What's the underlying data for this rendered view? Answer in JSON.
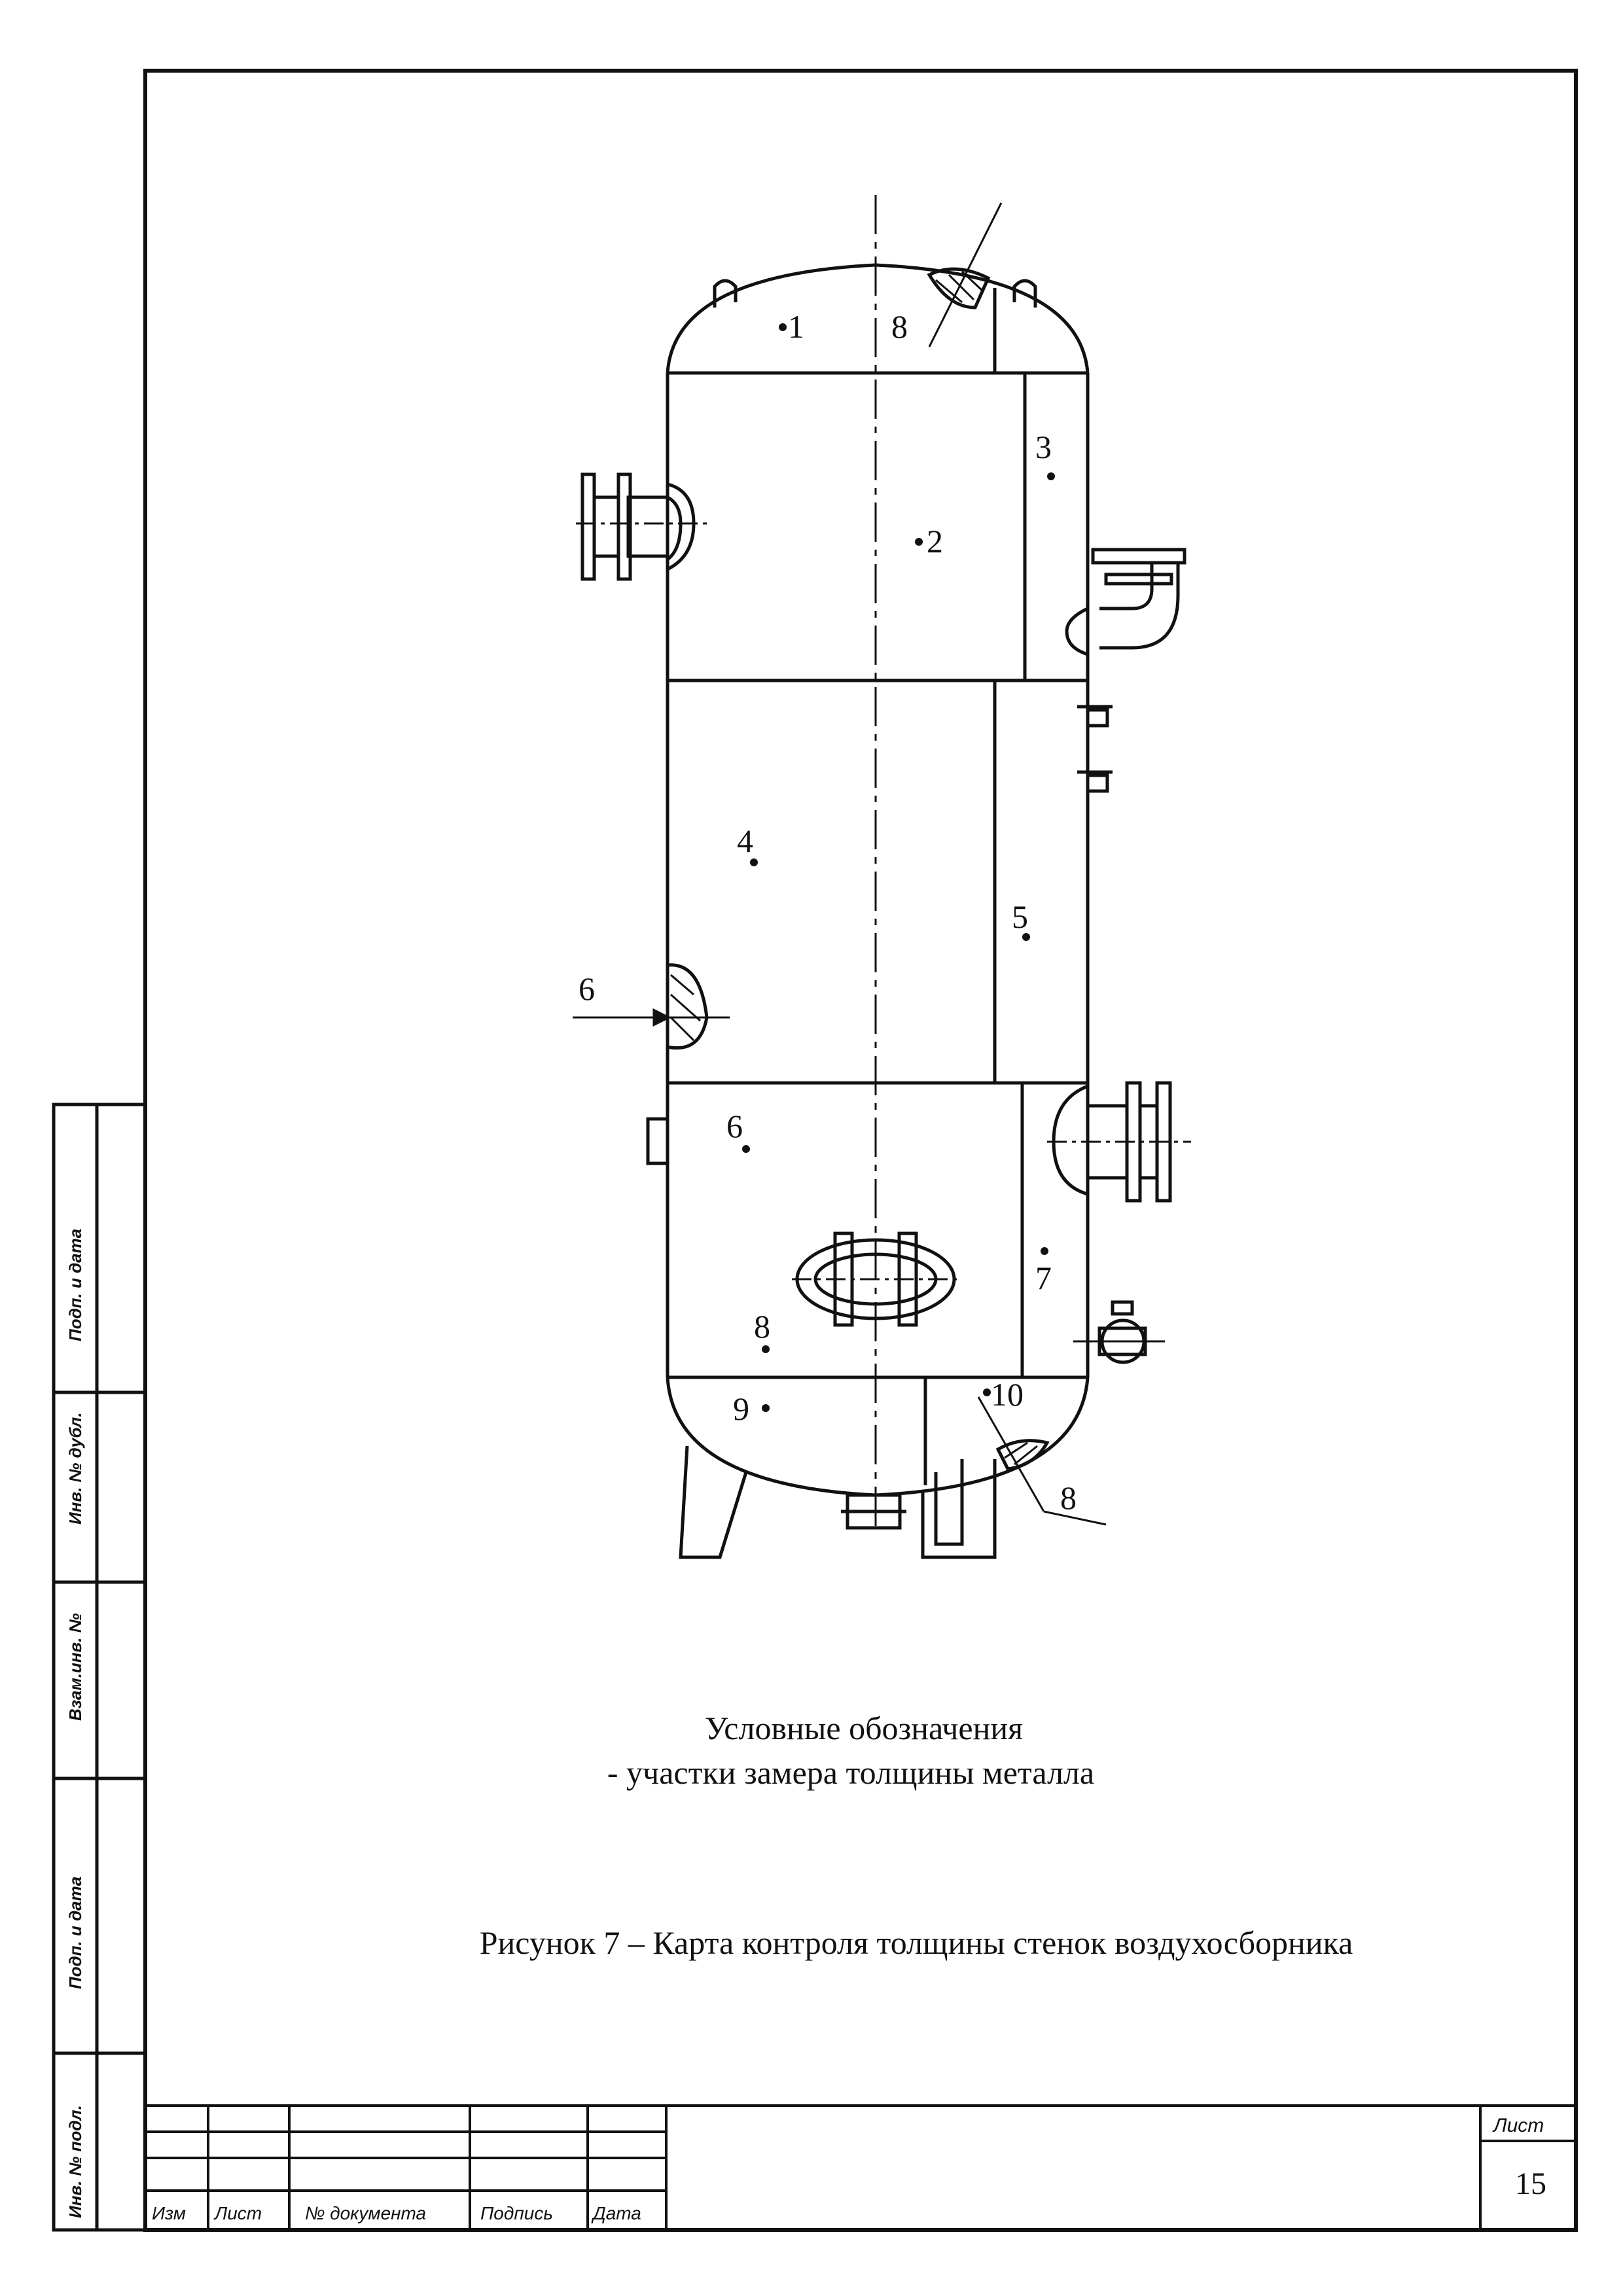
{
  "drawing": {
    "markers": {
      "m1": "1",
      "m2": "2",
      "m3": "3",
      "m4": "4",
      "m5": "5",
      "m6_left": "6",
      "m6": "6",
      "m7": "7",
      "m8_top": "8",
      "m8": "8",
      "m8_bottom": "8",
      "m9": "9",
      "m10": "10"
    }
  },
  "legend": {
    "title": "Условные обозначения",
    "text": "- участки замера толщины металла"
  },
  "caption": "Рисунок 7 – Карта контроля толщины стенок воздухосборника",
  "side_stamp": {
    "labels": [
      "Подп. и дата",
      "Инв. № дубл.",
      "Взам.инв. №",
      "Подп. и дата",
      "Инв. № подл."
    ]
  },
  "title_block": {
    "columns": [
      "Изм",
      "Лист",
      "№ документа",
      "Подпись",
      "Дата"
    ],
    "sheet_label": "Лист",
    "sheet_number": "15"
  }
}
